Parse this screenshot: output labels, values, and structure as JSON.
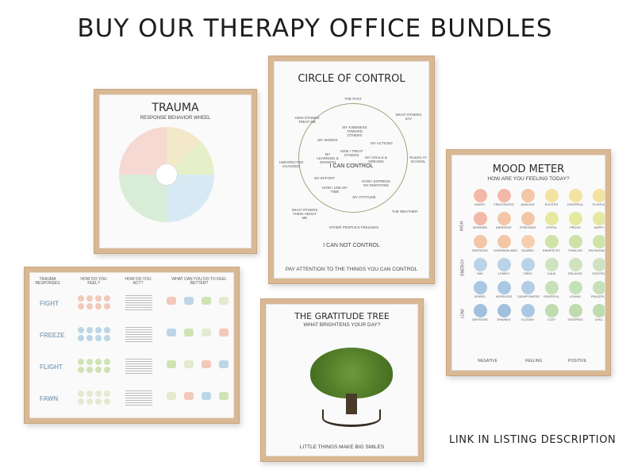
{
  "headline": "BUY OUR THERAPY OFFICE BUNDLES",
  "footer": "LINK IN LISTING DESCRIPTION",
  "posters": {
    "trauma_wheel": {
      "title": "TRAUMA",
      "subtitle": "RESPONSE BEHAVIOR WHEEL"
    },
    "circle_of_control": {
      "title": "CIRCLE OF CONTROL",
      "center": "I CAN CONTROL",
      "outer_bottom": "I CAN NOT CONTROL",
      "footer_text": "PAY ATTENTION TO THE THINGS YOU CAN CONTROL",
      "inner_items": [
        "MY KINDNESS TOWARD OTHERS",
        "MY ACTIONS",
        "MY GOALS & DREAMS",
        "HOW I EXPRESS MY EMOTIONS",
        "MY ATTITUDE",
        "HOW I USE MY TIME",
        "MY EFFORT",
        "MY LEARNING & GROWTH",
        "MY WORDS",
        "HOW I TREAT OTHERS"
      ],
      "outer_items": [
        "THE PAST",
        "WHAT OTHERS SAY",
        "RULES AT SCHOOL",
        "THE WEATHER",
        "OTHER PEOPLE'S FEELINGS",
        "WHAT OTHERS THINK ABOUT ME",
        "UNEXPECTED CHANGES",
        "HOW OTHERS TREAT ME"
      ]
    },
    "mood_meter": {
      "title": "MOOD METER",
      "subtitle": "HOW ARE YOU FEELING TODAY?",
      "y_high": "HIGH",
      "y_axis": "ENERGY",
      "y_low": "LOW",
      "x_negative": "NEGATIVE",
      "x_axis": "FEELING",
      "x_positive": "POSITIVE",
      "moods": [
        [
          "ANGRY",
          "FRUSTRATED",
          "ANXIOUS",
          "EXCITED",
          "CHEERFUL",
          "PLAYFUL"
        ],
        [
          "WORRIED",
          "IMPATIENT",
          "STRESSED",
          "JOYFUL",
          "PROUD",
          "HAPPY"
        ],
        [
          "IRRITATED",
          "OVERWHELMED",
          "SCARED",
          "ENERGETIC",
          "THRILLED",
          "ENTHUSIASTIC"
        ],
        [
          "SAD",
          "LONELY",
          "TIRED",
          "CALM",
          "RELAXED",
          "CONTENT"
        ],
        [
          "BORED",
          "HOPELESS",
          "DISAPPOINTED",
          "GRATEFUL",
          "LOVING",
          "PEACEFUL"
        ],
        [
          "DEFEATED",
          "DRAINED",
          "GLOOMY",
          "COZY",
          "SATISFIED",
          "CHILL"
        ]
      ]
    },
    "trauma_chart": {
      "col1": "TRAUMA RESPONSES",
      "col2": "HOW DO YOU FEEL?",
      "col3": "HOW DO YOU ACT?",
      "col4": "WHAT CAN YOU DO TO FEEL BETTER?",
      "rows": [
        "FIGHT",
        "FREEZE",
        "FLIGHT",
        "FAWN"
      ]
    },
    "gratitude_tree": {
      "title": "THE GRATITUDE TREE",
      "subtitle": "WHAT BRIGHTENS YOUR DAY?",
      "footer_text": "LITTLE THINGS MAKE BIG SMILES"
    }
  },
  "colors": {
    "frame": "#d8b895",
    "fight": "#f2c9b8",
    "freeze": "#bcd6e8",
    "flight": "#cfe3b5",
    "fawn": "#e3ead0"
  }
}
